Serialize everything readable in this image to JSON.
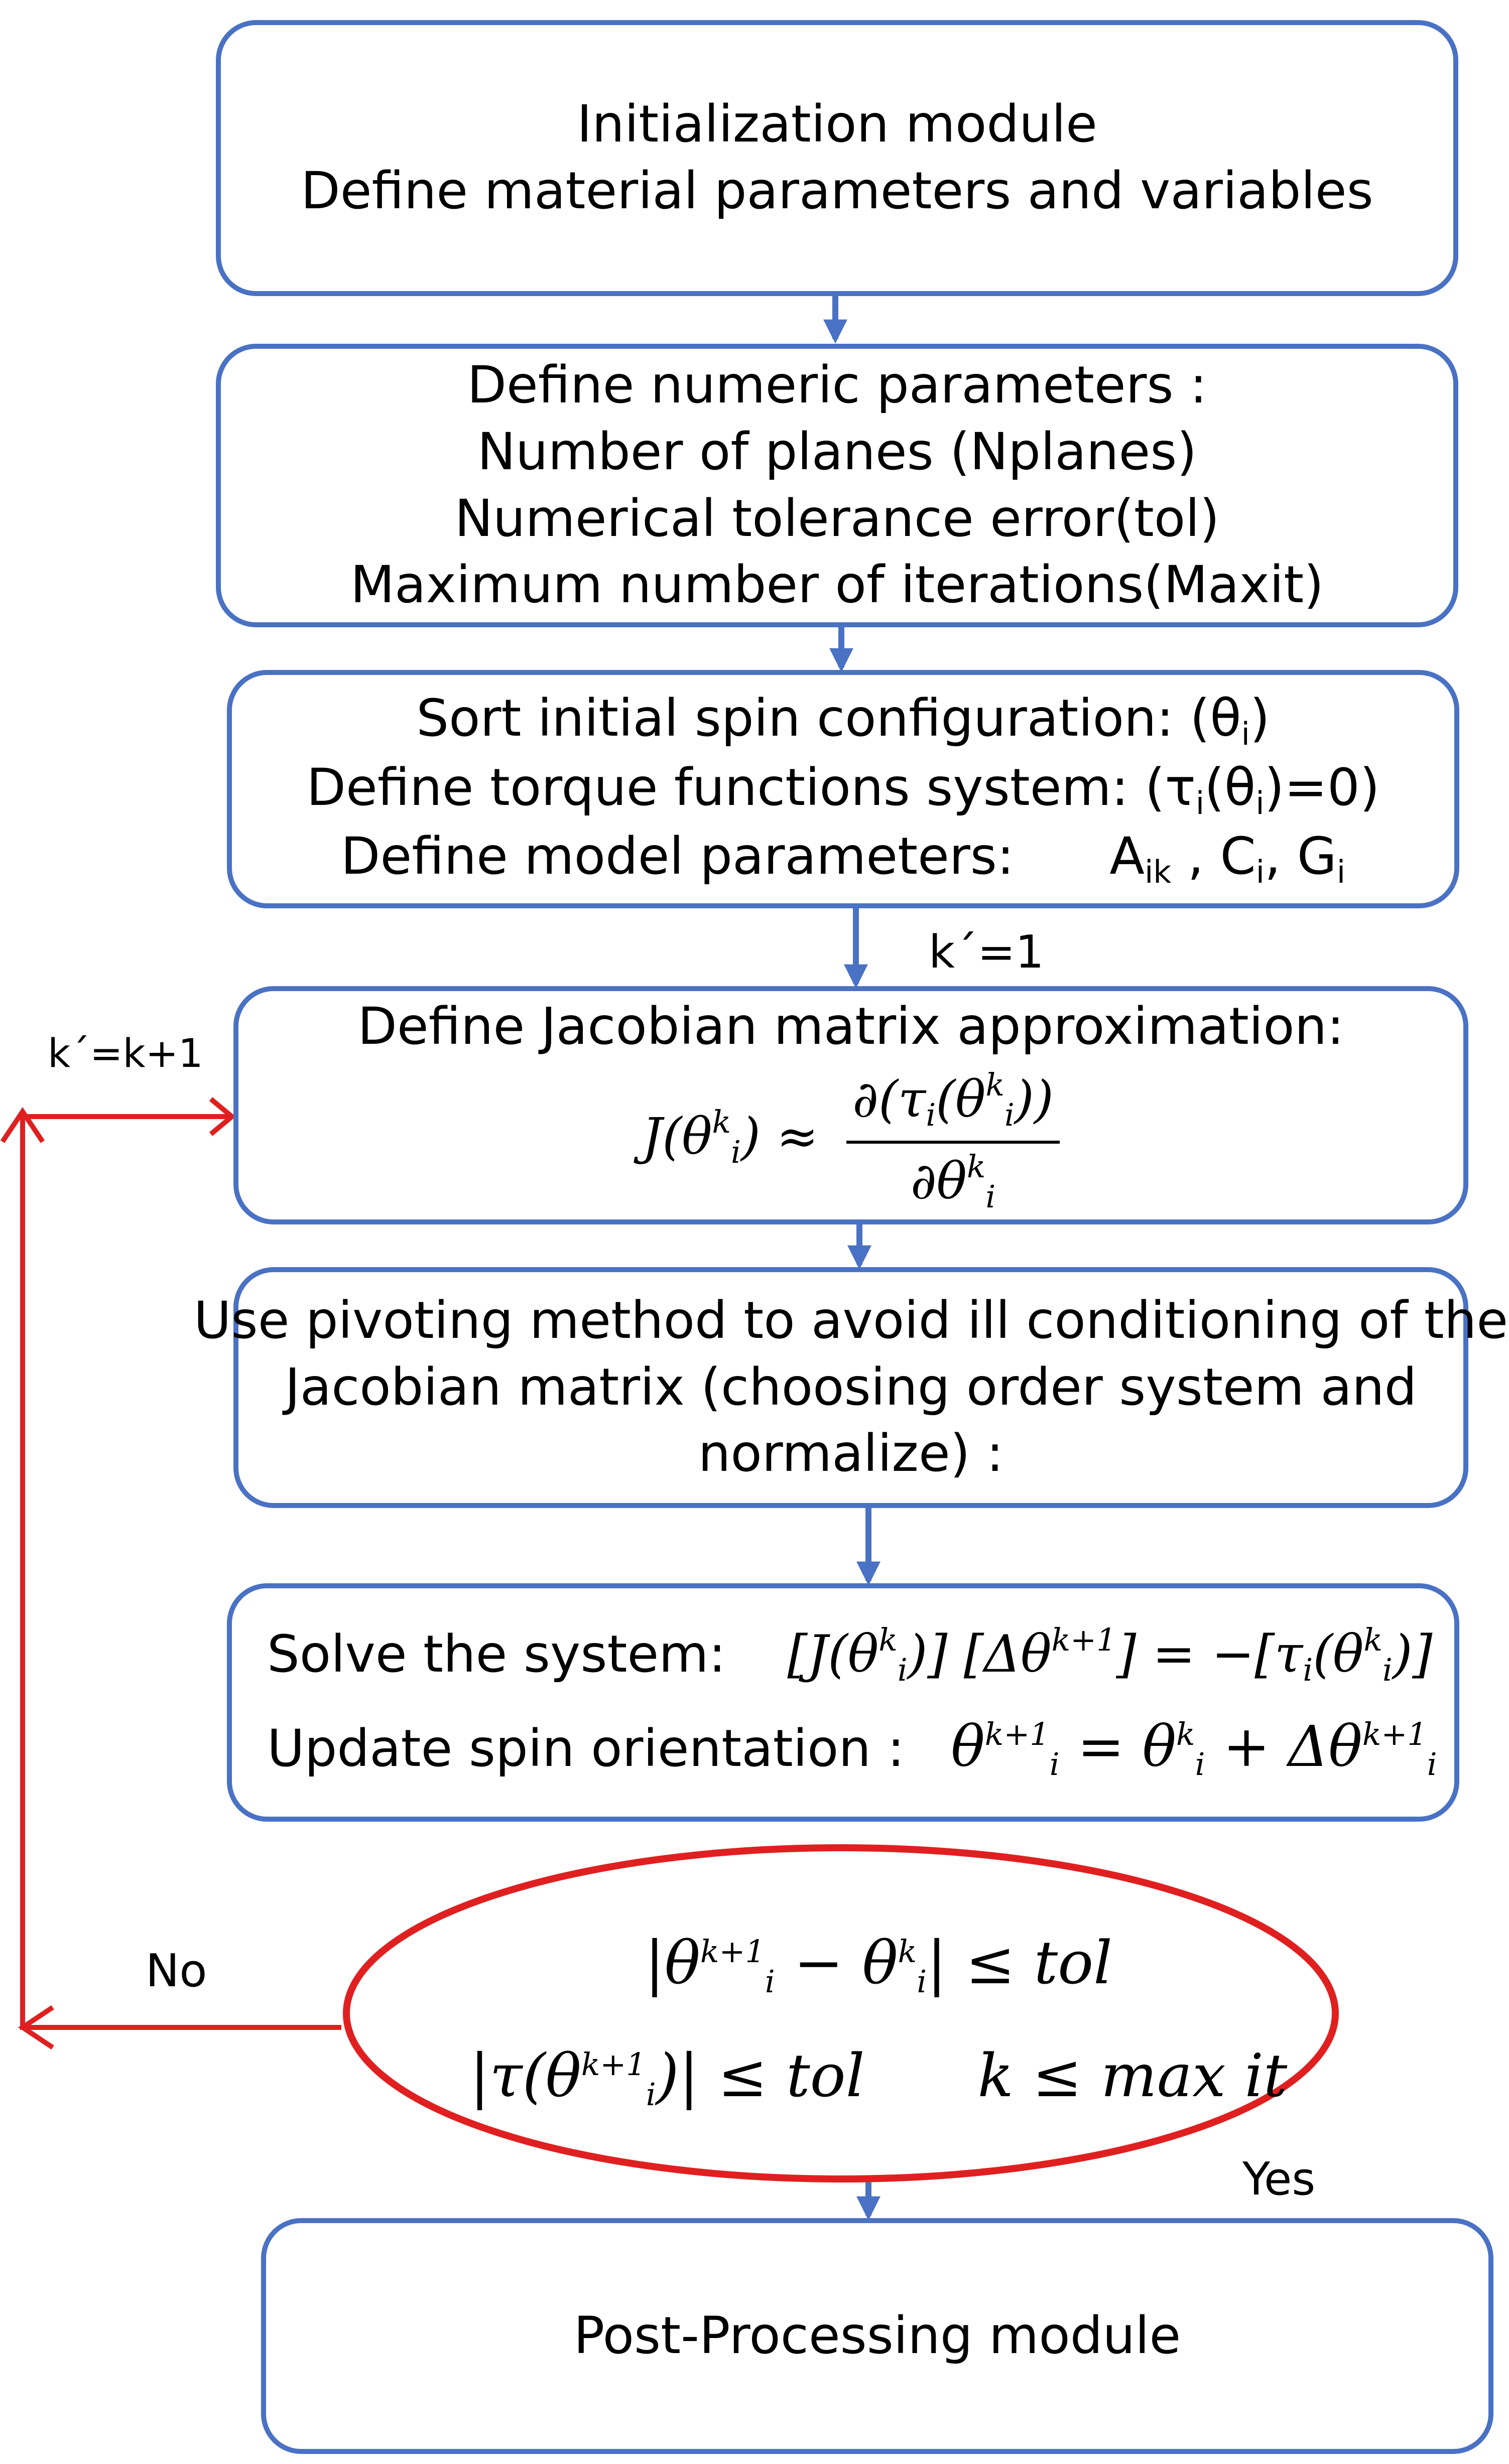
{
  "box1": {
    "line1": "Initialization module",
    "line2": "Define material parameters and variables"
  },
  "box2": {
    "line1": "Define numeric parameters :",
    "line2": "Number of planes (Nplanes)",
    "line3": "Numerical tolerance error(tol)",
    "line4": "Maximum number of iterations(Maxit)"
  },
  "box3": {
    "line1_text": "Sort initial spin configuration: (θ",
    "line1_sub": "i",
    "line1_end": ")",
    "line2_a": "Define torque functions system: (τ",
    "line2_sub1": "i",
    "line2_b": "(θ",
    "line2_sub2": "i",
    "line2_c": ")=0)",
    "line3_text": "Define model parameters:",
    "param_a": "A",
    "param_a_sub": "ik",
    "param_c": " , C",
    "param_c_sub": "i",
    "param_g": ", G",
    "param_g_sub": "i"
  },
  "label_k_init": "k´=1",
  "label_k_update": "k´=k+1",
  "box4": {
    "title": "Define Jacobian matrix approximation:",
    "lhs": "J(θ",
    "lhs_sub": "i",
    "lhs_sup": "k",
    "lhs_end": ") ≈",
    "num": "∂(τ",
    "num_sub": "i",
    "num_mid": "(θ",
    "num_sub2": "i",
    "num_sup2": "k",
    "num_end": "))",
    "den": "∂θ",
    "den_sub": "i",
    "den_sup": "k"
  },
  "box5": {
    "line1": "Use pivoting method to avoid ill conditioning of the",
    "line2": "Jacobian matrix (choosing order system and",
    "line3": "normalize) :"
  },
  "box6": {
    "solve_label": "Solve the system:",
    "solve_eq_a": "[J(θ",
    "solve_eq_sub": "i",
    "solve_eq_sup": "k",
    "solve_eq_b": ")] [Δθ",
    "solve_eq_sup2": "k+1",
    "solve_eq_c": "] = −[τ",
    "solve_eq_sub3": "i",
    "solve_eq_d": "(θ",
    "solve_eq_sub4": "i",
    "solve_eq_sup4": "k",
    "solve_eq_e": ")]",
    "update_label": "Update spin orientation :",
    "upd_a": "θ",
    "upd_a_sub": "i",
    "upd_a_sup": "k+1",
    "upd_b": " = θ",
    "upd_b_sub": "i",
    "upd_b_sup": "k",
    "upd_c": " + Δθ",
    "upd_c_sub": "i",
    "upd_c_sup": "k+1"
  },
  "condition": {
    "c1_a": "|θ",
    "c1_a_sub": "i",
    "c1_a_sup": "k+1",
    "c1_b": " − θ",
    "c1_b_sub": "i",
    "c1_b_sup": "k",
    "c1_c": "| ≤ tol",
    "c2_a": "|τ(θ",
    "c2_a_sub": "i",
    "c2_a_sup": "k+1",
    "c2_b": ")| ≤ tol",
    "c3": "k ≤ max  it"
  },
  "label_no": "No",
  "label_yes": "Yes",
  "box7": {
    "line1": "Post-Processing module"
  },
  "colors": {
    "box_border": "#4a72c4",
    "arrow_blue": "#4a72c4",
    "loop_red": "#e02020"
  }
}
